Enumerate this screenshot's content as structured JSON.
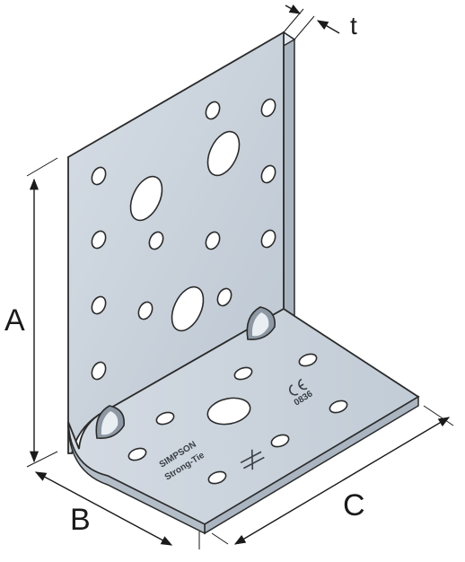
{
  "dimensions": {
    "height_label": "A",
    "depth_label": "B",
    "length_label": "C",
    "thickness_label": "t"
  },
  "stamp": {
    "brand_line_1": "SIMPSON",
    "brand_line_2": "Strong-Tie",
    "ce_mark": "CE",
    "cert_number": "0836"
  },
  "colors": {
    "plate_face": "#c9d2dc",
    "plate_edge": "#aab5c1",
    "plate_top": "#e2e8ee",
    "hole": "#ffffff",
    "outline": "#2b2b2b"
  }
}
